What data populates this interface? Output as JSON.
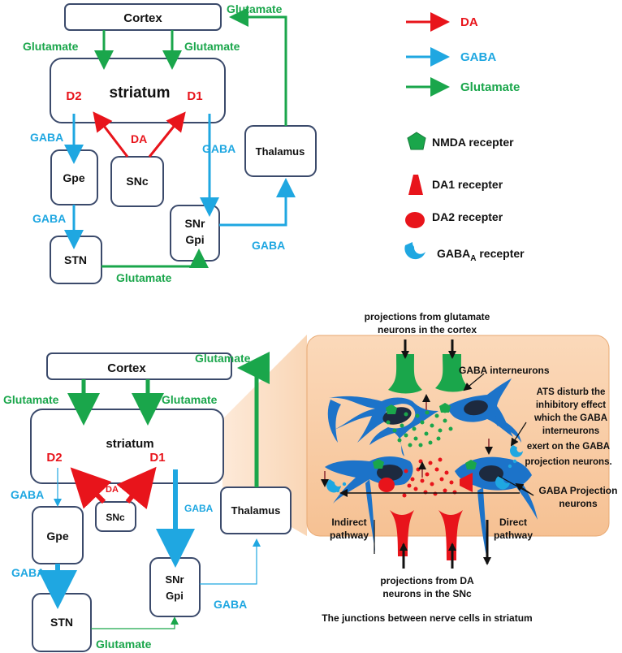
{
  "colors": {
    "da": "#e8141b",
    "gaba": "#1fa7e1",
    "glutamate": "#1aa64b",
    "box_border": "#3b4a6b",
    "panel_fill": "#f8c9a0",
    "panel_fill_light": "#fde3cc",
    "neuron_blue": "#1c73c9",
    "neuron_dark": "#1d2a3f",
    "text": "#111111"
  },
  "top_diagram": {
    "nodes": {
      "cortex": "Cortex",
      "striatum": "striatum",
      "d2": "D2",
      "d1": "D1",
      "gpe": "Gpe",
      "snc": "SNc",
      "snr": "SNr",
      "gpi": "Gpi",
      "stn": "STN",
      "thalamus": "Thalamus"
    },
    "labels": {
      "glutamate_cortex_left": "Glutamate",
      "glutamate_cortex_right": "Glutamate",
      "glutamate_thalamus": "Glutamate",
      "gaba_d2_gpe": "GABA",
      "da_snc": "DA",
      "gaba_d1_snr": "GABA",
      "gaba_gpe_stn": "GABA",
      "gaba_snr_thalamus": "GABA",
      "glutamate_stn": "Glutamate"
    }
  },
  "legend": {
    "arrows": [
      {
        "label": "DA",
        "color": "#e8141b"
      },
      {
        "label": "GABA",
        "color": "#1fa7e1"
      },
      {
        "label": "Glutamate",
        "color": "#1aa64b"
      }
    ],
    "receptors": [
      {
        "icon": "nmda-pentagon-icon",
        "label": "NMDA recepter"
      },
      {
        "icon": "da1-trapezoid-icon",
        "label": "DA1 recepter"
      },
      {
        "icon": "da2-ellipse-icon",
        "label": "DA2 recepter"
      },
      {
        "icon": "gaba-a-crescent-icon",
        "label_main": "GABA",
        "label_sub": "A",
        "label_tail": " recepter"
      }
    ]
  },
  "bottom_diagram": {
    "nodes": {
      "cortex": "Cortex",
      "striatum": "striatum",
      "d2": "D2",
      "d1": "D1",
      "snc": "SNc",
      "gpe": "Gpe",
      "snr": "SNr",
      "gpi": "Gpi",
      "stn": "STN",
      "thalamus": "Thalamus"
    },
    "labels": {
      "glutamate_left": "Glutamate",
      "glutamate_right": "Glutamate",
      "glutamate_thalamus": "Glutamate",
      "gaba_d2_gpe": "GABA",
      "da_snc": "DA",
      "gaba_d1_snr": "GABA",
      "gaba_gpe_stn": "GABA",
      "gaba_snr_thalamus": "GABA",
      "glutamate_stn": "Glutamate"
    }
  },
  "striatum_detail": {
    "projections_cortex_line1": "projections from glutamate",
    "projections_cortex_line2": "neurons in the cortex",
    "gaba_interneurons": "GABA interneurons",
    "ats_line1": "ATS disturb the",
    "ats_line2": "inhibitory effect",
    "ats_line3": "which the GABA",
    "ats_line4": "interneurons",
    "ats_line5": "exert on the GABA",
    "ats_line6": "projection neurons.",
    "projection_neurons_line1": "GABA  Projection",
    "projection_neurons_line2": "neurons",
    "indirect_line1": "Indirect",
    "indirect_line2": "pathway",
    "direct_line1": "Direct",
    "direct_line2": "pathway",
    "projections_da_line1": "projections from DA",
    "projections_da_line2": "neurons in the SNc",
    "caption": "The junctions between  nerve cells in striatum"
  }
}
